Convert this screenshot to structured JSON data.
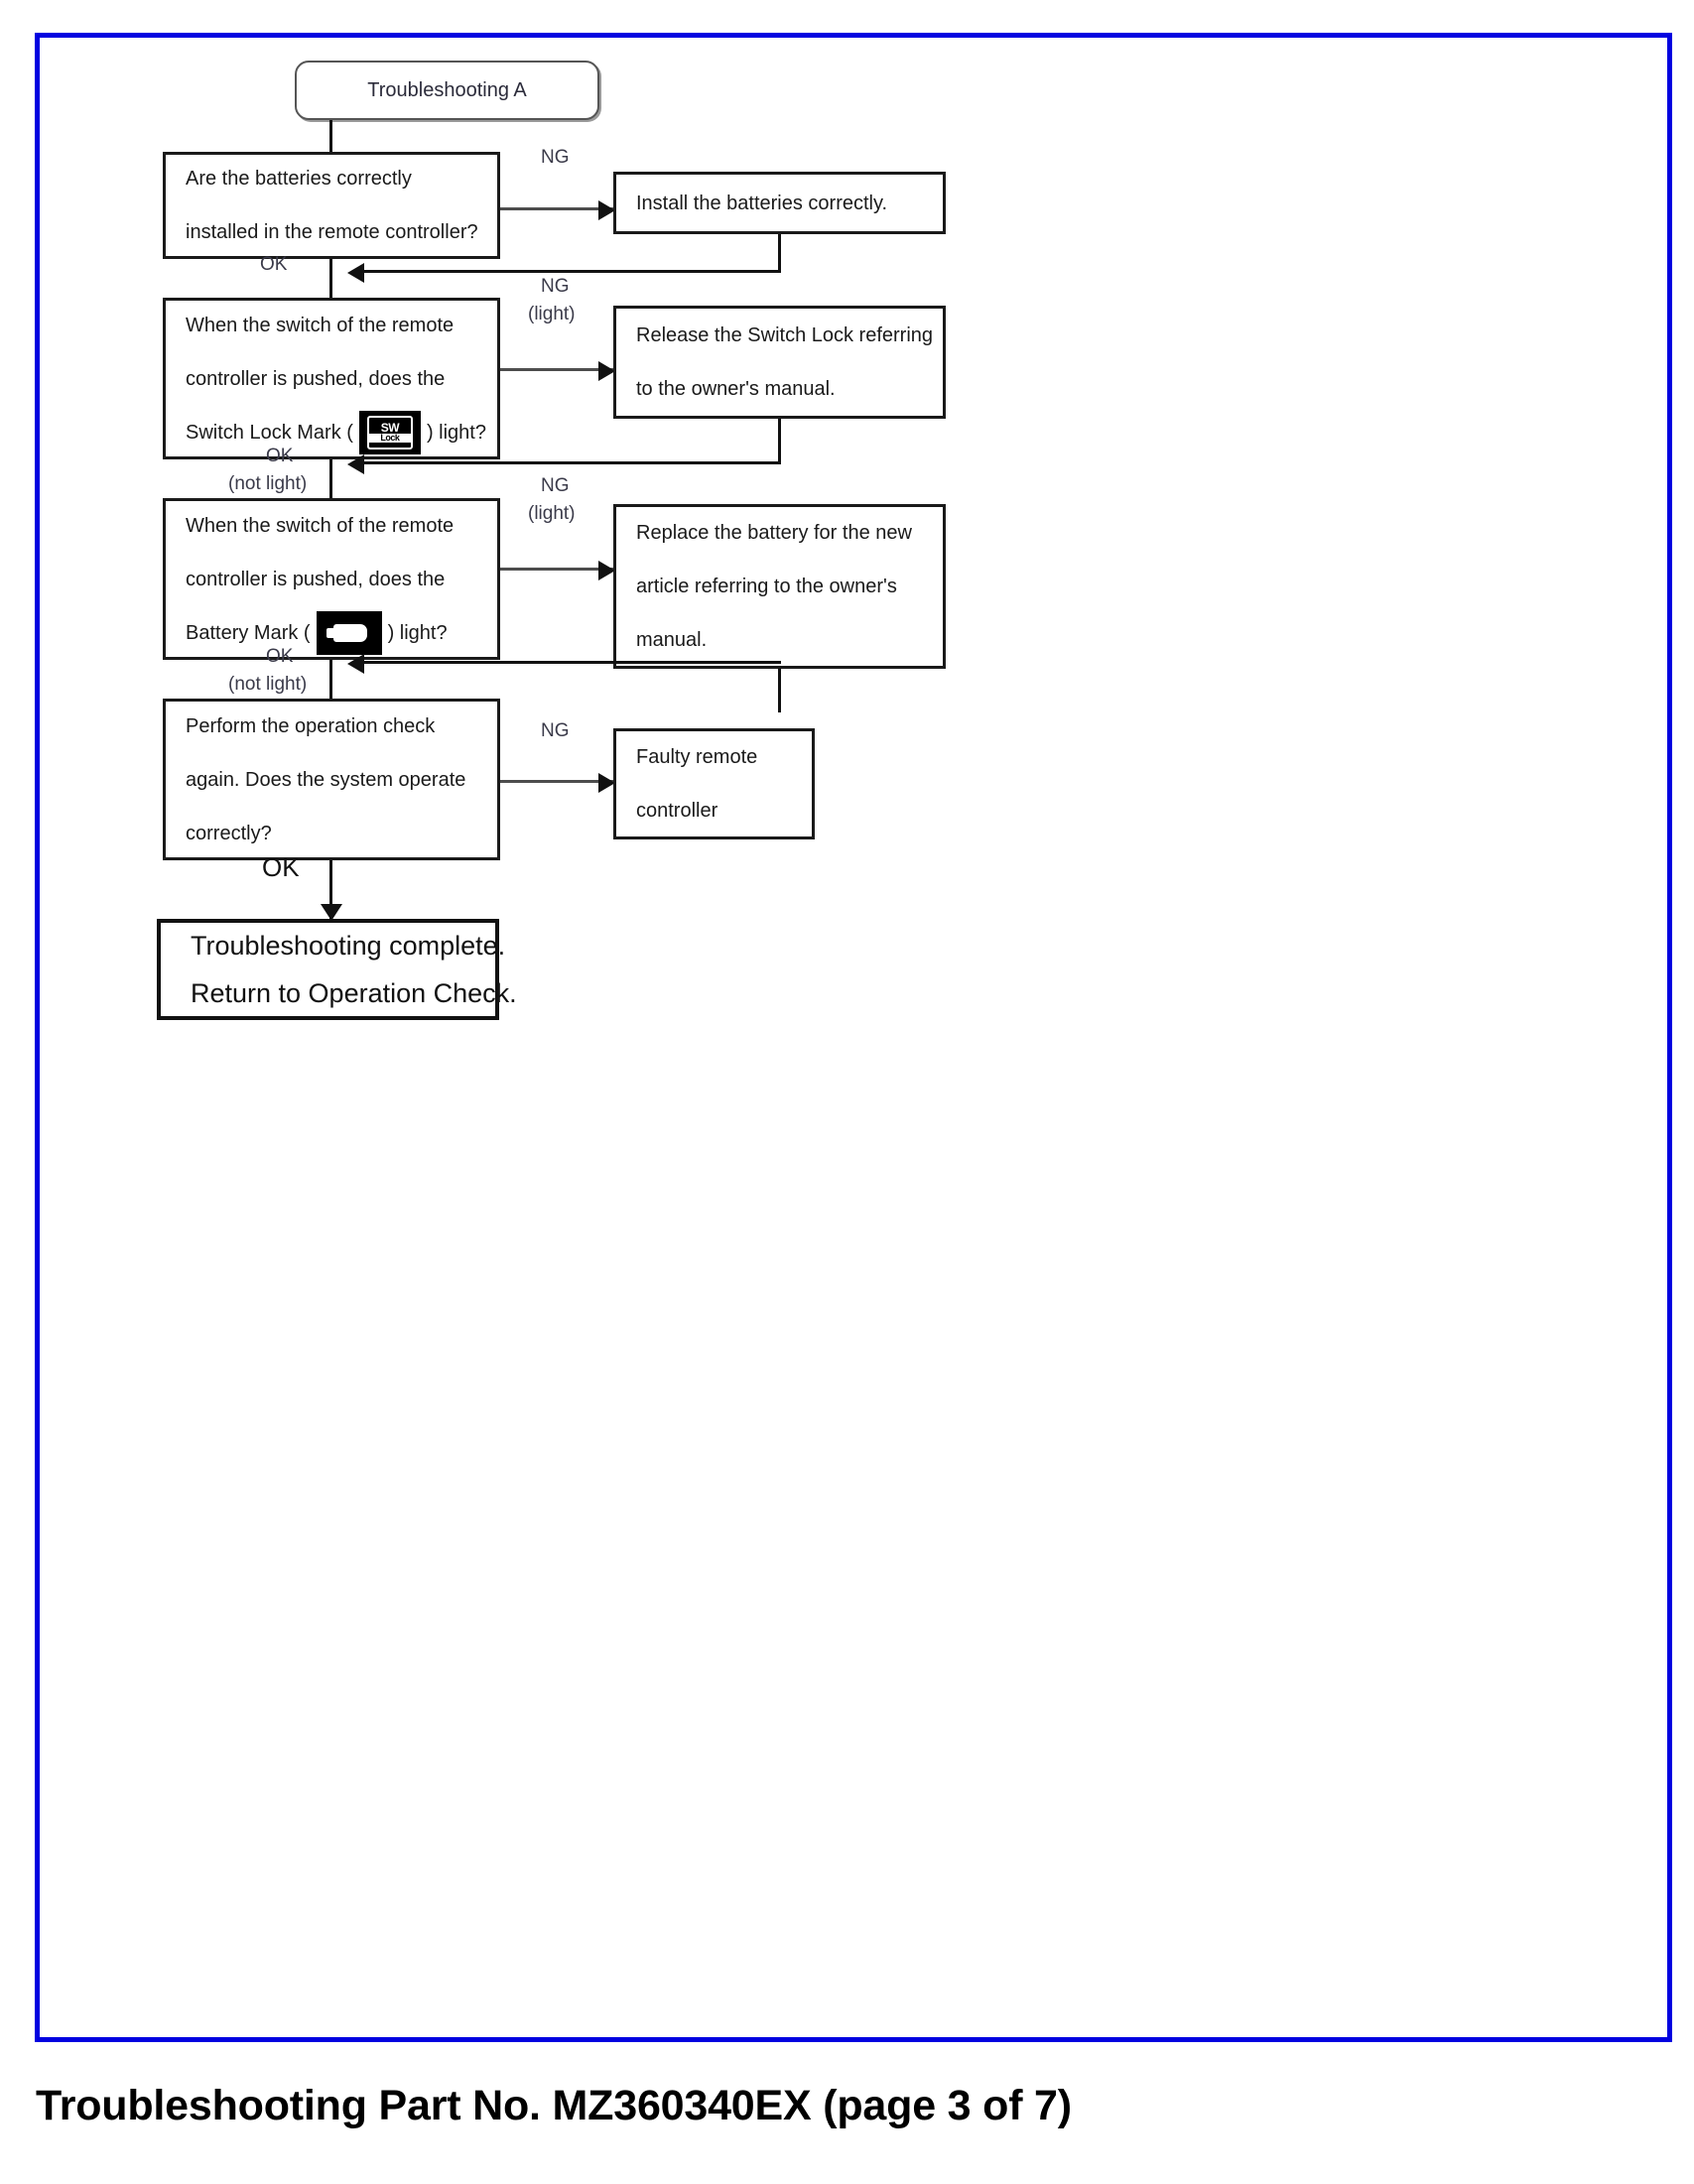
{
  "document": {
    "caption": "Troubleshooting Part No. MZ360340EX (page 3 of 7)",
    "frame_color": "#0000e0"
  },
  "flowchart": {
    "type": "flowchart",
    "start": {
      "label": "Troubleshooting A"
    },
    "steps": [
      {
        "id": "step-1",
        "kind": "decision",
        "lines": [
          "Are the batteries correctly",
          "installed in the remote controller?"
        ],
        "ng_label": "NG",
        "ng_sublabel": "",
        "ok_label": "OK",
        "ok_sublabel": "",
        "action": {
          "id": "action-1",
          "lines": [
            "Install the batteries correctly."
          ]
        }
      },
      {
        "id": "step-2",
        "kind": "decision",
        "lines": [
          "When the switch of the remote",
          "controller is pushed, does the",
          "Switch Lock Mark (",
          ") light?"
        ],
        "mark": "switch-lock-mark",
        "mark_text_top": "SW",
        "mark_text_bottom": "Lock",
        "ng_label": "NG",
        "ng_sublabel": "(light)",
        "ok_label": "OK",
        "ok_sublabel": "(not light)",
        "action": {
          "id": "action-2",
          "lines": [
            "Release the Switch Lock referring",
            "to the owner's manual."
          ]
        }
      },
      {
        "id": "step-3",
        "kind": "decision",
        "lines": [
          "When the switch of the remote",
          "controller is pushed, does the",
          "Battery Mark (",
          ") light?"
        ],
        "mark": "battery-mark",
        "ng_label": "NG",
        "ng_sublabel": "(light)",
        "ok_label": "OK",
        "ok_sublabel": "(not light)",
        "action": {
          "id": "action-3",
          "lines": [
            "Replace the battery for the new",
            "article referring to the owner's",
            "manual."
          ]
        }
      },
      {
        "id": "step-4",
        "kind": "decision",
        "lines": [
          "Perform the operation check",
          "again. Does the system operate",
          "correctly?"
        ],
        "ng_label": "NG",
        "ng_sublabel": "",
        "ok_label": "OK",
        "ok_sublabel": "",
        "action": {
          "id": "action-4",
          "lines": [
            "Faulty remote",
            "controller"
          ]
        }
      }
    ],
    "terminal": {
      "id": "terminal-box",
      "lines": [
        "Troubleshooting complete.",
        "Return to Operation Check."
      ]
    }
  }
}
